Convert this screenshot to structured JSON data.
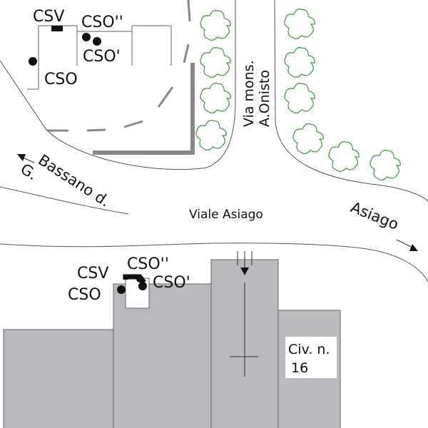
{
  "top_labels": {
    "csv": "CSV",
    "cso2": "CSO''",
    "cso1": "CSO'",
    "cso": "CSO"
  },
  "bottom_labels": {
    "csv": "CSV",
    "cso2": "CSO''",
    "cso1": "CSO'",
    "cso": "CSO"
  },
  "streets": {
    "via_line1": "Via mons.",
    "via_line2": "A.Onisto",
    "viale": "Viale Asiago",
    "bassano_line1": "Bassano d.",
    "bassano_line2": "G.",
    "asiago": "Asiago"
  },
  "civic": {
    "line1": "Civ. n.",
    "line2": "16"
  },
  "colors": {
    "building": "#b9babd",
    "tree": "#3a9a3a"
  }
}
